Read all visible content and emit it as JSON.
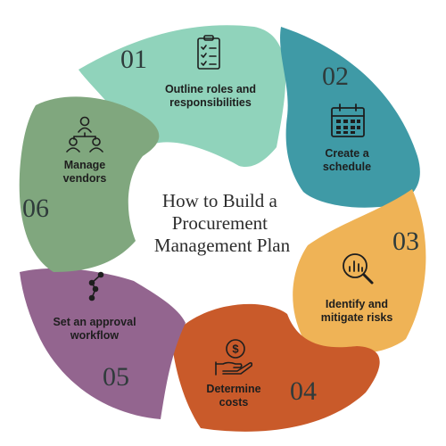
{
  "title": [
    "How to Build a",
    "Procurement",
    "Management Plan"
  ],
  "steps": [
    {
      "number": "01",
      "label": [
        "Outline roles and",
        "responsibilities"
      ],
      "color": "#90d3bb",
      "icon": "checklist-icon"
    },
    {
      "number": "02",
      "label": [
        "Create a",
        "schedule"
      ],
      "color": "#3f9aa6",
      "icon": "calendar-icon"
    },
    {
      "number": "03",
      "label": [
        "Identify and",
        "mitigate risks"
      ],
      "color": "#efb356",
      "icon": "magnifier-chart-icon"
    },
    {
      "number": "04",
      "label": [
        "Determine",
        "costs"
      ],
      "color": "#c95a2a",
      "icon": "hand-coin-icon"
    },
    {
      "number": "05",
      "label": [
        "Set an approval",
        "workflow"
      ],
      "color": "#93658f",
      "icon": "workflow-path-icon"
    },
    {
      "number": "06",
      "label": [
        "Manage",
        "vendors"
      ],
      "color": "#80a77e",
      "icon": "people-network-icon"
    }
  ]
}
